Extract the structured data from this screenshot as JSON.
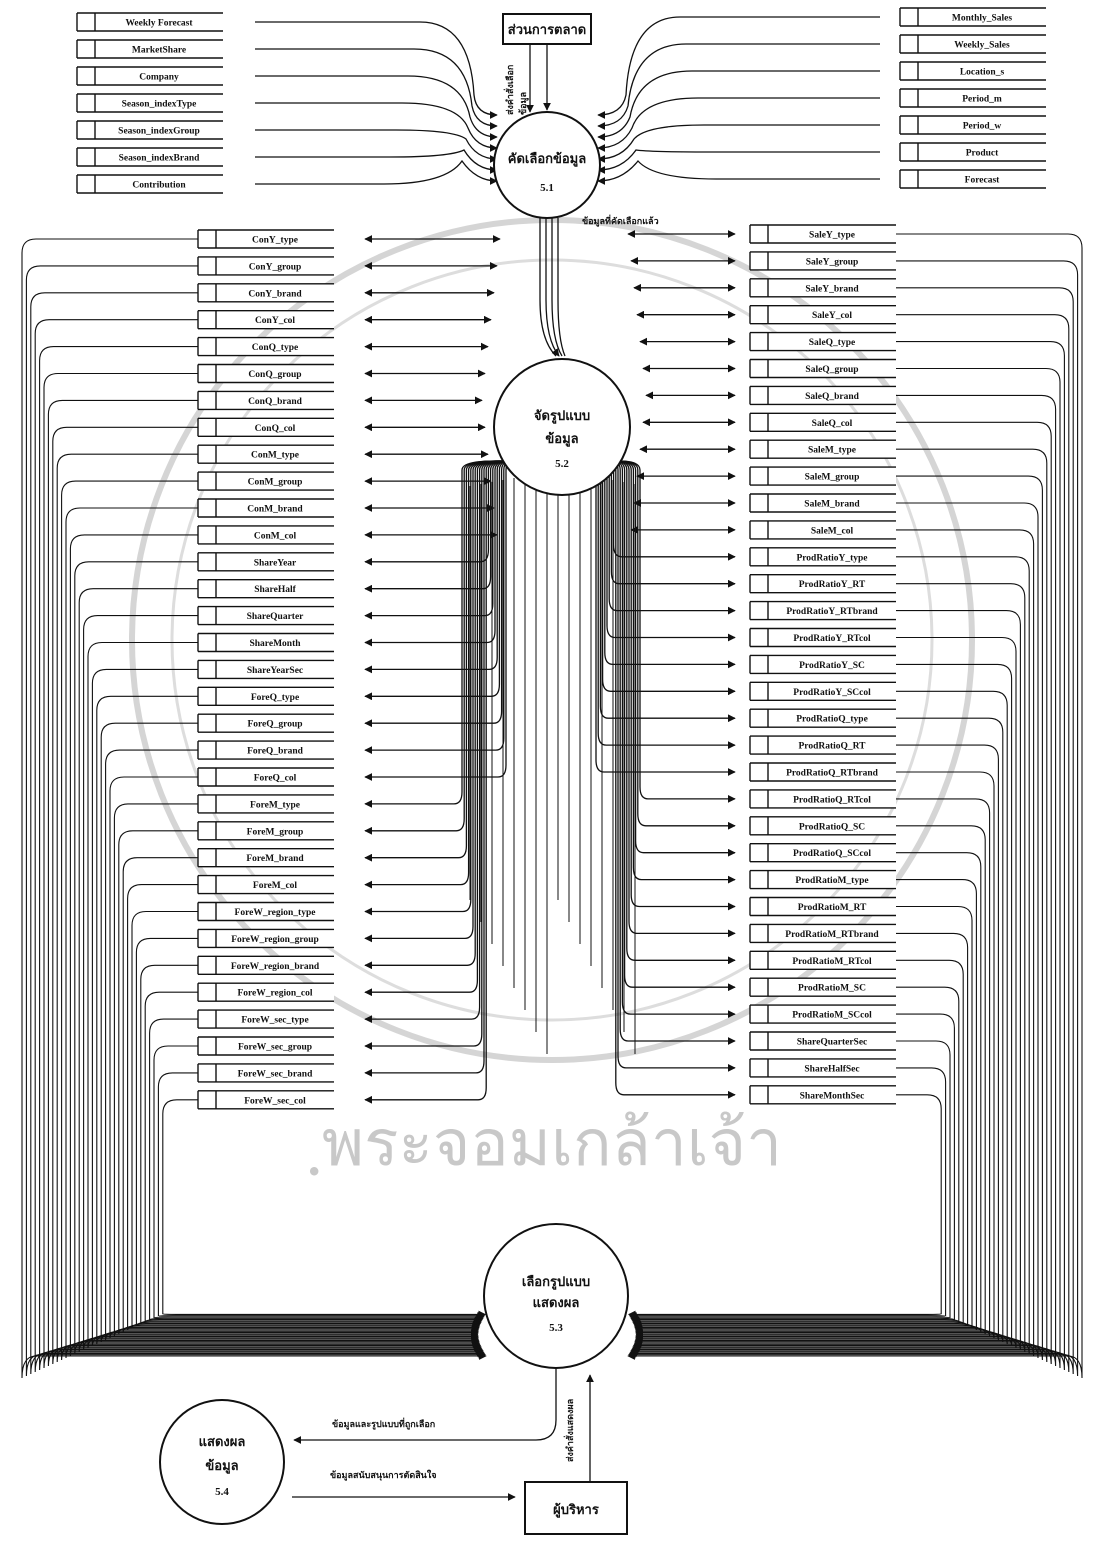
{
  "entities": {
    "marketing": "ส่วนการตลาด",
    "executive": "ผู้บริหาร"
  },
  "processes": [
    {
      "name": "คัดเลือกข้อมูล",
      "line2": "",
      "num": "5.1"
    },
    {
      "name": "จัดรูปแบบ",
      "line2": "ข้อมูล",
      "num": "5.2"
    },
    {
      "name": "เลือกรูปแบบ",
      "line2": "แสดงผล",
      "num": "5.3"
    },
    {
      "name": "แสดงผล",
      "line2": "ข้อมูล",
      "num": "5.4"
    }
  ],
  "top_left_stores": [
    "Weekly Forecast",
    "MarketShare",
    "Company",
    "Season_indexType",
    "Season_indexGroup",
    "Season_indexBrand",
    "Contribution"
  ],
  "top_right_stores": [
    "Monthly_Sales",
    "Weekly_Sales",
    "Location_s",
    "Period_m",
    "Period_w",
    "Product",
    "Forecast"
  ],
  "mid_left_stores": [
    "ConY_type",
    "ConY_group",
    "ConY_brand",
    "ConY_col",
    "ConQ_type",
    "ConQ_group",
    "ConQ_brand",
    "ConQ_col",
    "ConM_type",
    "ConM_group",
    "ConM_brand",
    "ConM_col",
    "ShareYear",
    "ShareHalf",
    "ShareQuarter",
    "ShareMonth",
    "ShareYearSec",
    "ForeQ_type",
    "ForeQ_group",
    "ForeQ_brand",
    "ForeQ_col",
    "ForeM_type",
    "ForeM_group",
    "ForeM_brand",
    "ForeM_col",
    "ForeW_region_type",
    "ForeW_region_group",
    "ForeW_region_brand",
    "ForeW_region_col",
    "ForeW_sec_type",
    "ForeW_sec_group",
    "ForeW_sec_brand",
    "ForeW_sec_col"
  ],
  "mid_right_stores": [
    "SaleY_type",
    "SaleY_group",
    "SaleY_brand",
    "SaleY_col",
    "SaleQ_type",
    "SaleQ_group",
    "SaleQ_brand",
    "SaleQ_col",
    "SaleM_type",
    "SaleM_group",
    "SaleM_brand",
    "SaleM_col",
    "ProdRatioY_type",
    "ProdRatioY_RT",
    "ProdRatioY_RTbrand",
    "ProdRatioY_RTcol",
    "ProdRatioY_SC",
    "ProdRatioY_SCcol",
    "ProdRatioQ_type",
    "ProdRatioQ_RT",
    "ProdRatioQ_RTbrand",
    "ProdRatioQ_RTcol",
    "ProdRatioQ_SC",
    "ProdRatioQ_SCcol",
    "ProdRatioM_type",
    "ProdRatioM_RT",
    "ProdRatioM_RTbrand",
    "ProdRatioM_RTcol",
    "ProdRatioM_SC",
    "ProdRatioM_SCcol",
    "ShareQuarterSec",
    "ShareHalfSec",
    "ShareMonthSec"
  ],
  "flows": {
    "select_request": "ส่งคำสั่งเลือก\nข้อมูล",
    "selected_data": "ข้อมูลที่คัดเลือกแล้ว",
    "display_request": "ส่งคำสั่งแสดงผล",
    "data_and_format": "ข้อมูลและรูปแบบที่ถูกเลือก",
    "decision_data": "ข้อมูลสนับสนุนการตัดสินใจ"
  },
  "watermark": "ฺพระจอมเกล้าเจ้า"
}
